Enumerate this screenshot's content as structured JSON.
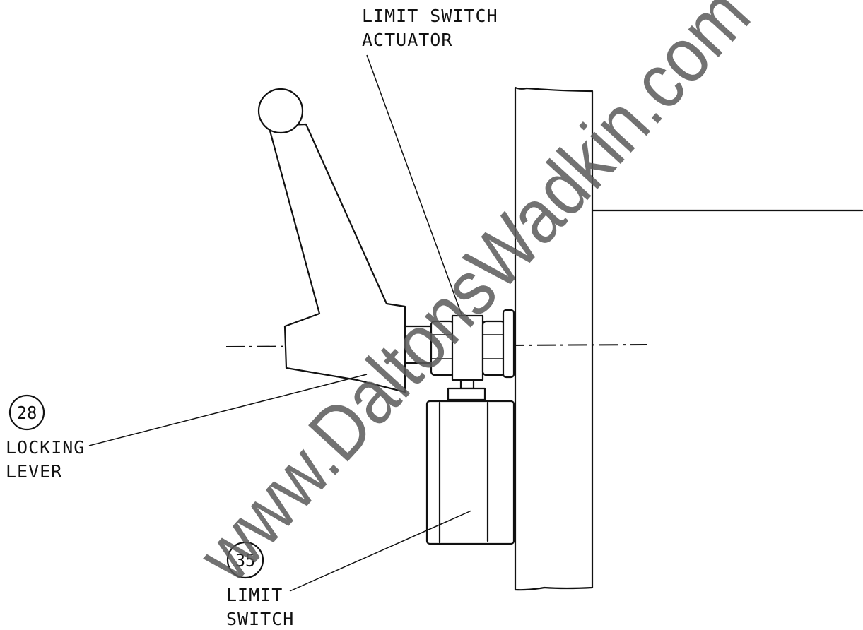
{
  "labels": {
    "actuator_line1": "LIMIT SWITCH",
    "actuator_line2": "ACTUATOR",
    "locking_lever_number": "28",
    "locking_lever_line1": "LOCKING",
    "locking_lever_line2": "LEVER",
    "limit_switch_number": "35",
    "limit_switch_line1": "LIMIT",
    "limit_switch_line2": "SWITCH"
  },
  "watermark": "www.DaltonsWadkin.com",
  "colors": {
    "ink": "#111111",
    "watermark": "#5a5a5a",
    "background": "#ffffff"
  }
}
